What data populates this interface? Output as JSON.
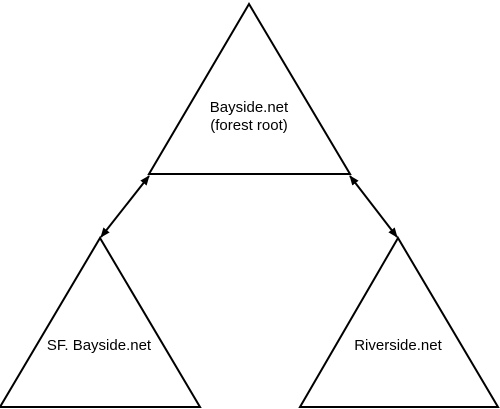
{
  "diagram": {
    "nodes": [
      {
        "id": "root",
        "label_line1": "Bayside.net",
        "label_line2": "(forest root)"
      },
      {
        "id": "left",
        "label_line1": "SF. Bayside.net"
      },
      {
        "id": "right",
        "label_line1": "Riverside.net"
      }
    ],
    "edges": [
      {
        "from": "root",
        "to": "left",
        "style": "bidirectional-arrow"
      },
      {
        "from": "root",
        "to": "right",
        "style": "bidirectional-arrow"
      }
    ],
    "colors": {
      "stroke": "#000000",
      "background": "#ffffff"
    }
  }
}
